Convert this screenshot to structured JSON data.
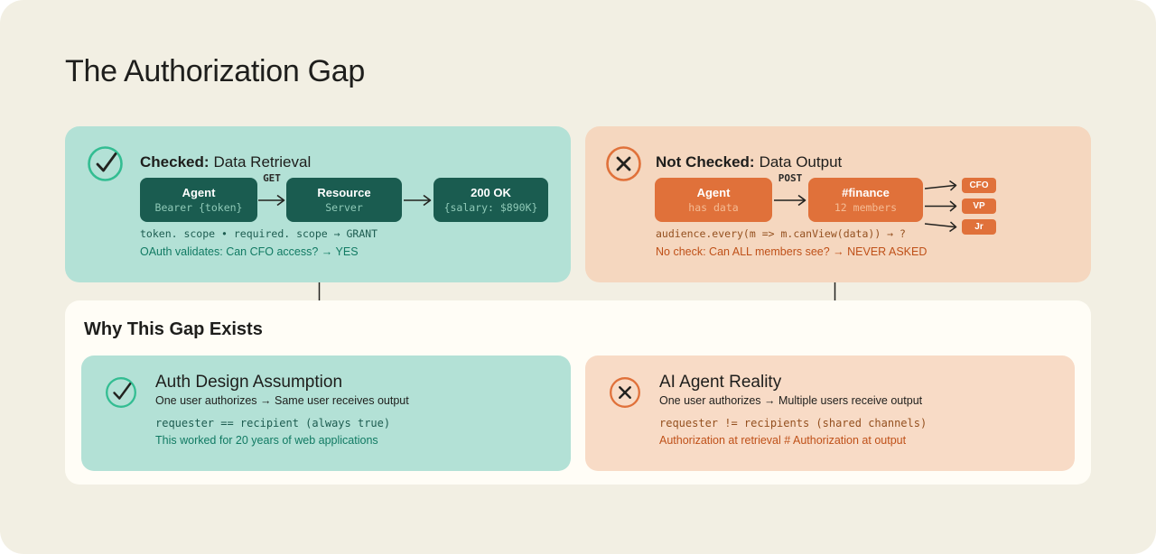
{
  "page": {
    "title": "The Authorization Gap"
  },
  "checked_panel": {
    "heading_bold": "Checked:",
    "heading_rest": "Data Retrieval",
    "icon": "check-circle-icon",
    "flow": {
      "nodes": [
        {
          "title": "Agent",
          "subtitle": "Bearer {token}"
        },
        {
          "title": "Resource",
          "subtitle": "Server"
        },
        {
          "title": "200 OK",
          "subtitle": "{salary: $890K}"
        }
      ],
      "arrow1_label": "GET"
    },
    "code_line": "token. scope • required. scope → GRANT",
    "note_line": "OAuth validates: Can CFO access? → YES"
  },
  "not_checked_panel": {
    "heading_bold": "Not Checked:",
    "heading_rest": "Data Output",
    "icon": "x-circle-icon",
    "flow": {
      "nodes": [
        {
          "title": "Agent",
          "subtitle": "has data"
        },
        {
          "title": "#finance",
          "subtitle": "12 members"
        }
      ],
      "arrow_label": "POST",
      "recipients": [
        "CFO",
        "VP",
        "Jr"
      ]
    },
    "code_line": "audience.every(m => m.canView(data)) → ?",
    "note_line": "No check: Can ALL members see? → NEVER ASKED"
  },
  "why_panel": {
    "heading": "Why This Gap Exists",
    "cards": [
      {
        "icon": "check-circle-icon",
        "title": "Auth Design Assumption",
        "subtitle": "One user authorizes → Same user receives output",
        "code_line": "requester == recipient (always true)",
        "note_line": "This worked for 20 years of web applications"
      },
      {
        "icon": "x-circle-icon",
        "title": "AI Agent Reality",
        "subtitle": "One user authorizes → Multiple users receive output",
        "code_line": "requester != recipients (shared channels)",
        "note_line": "Authorization at retrieval # Authorization at output"
      }
    ]
  },
  "colors": {
    "background": "#f2efe3",
    "panel_white": "#fffdf6",
    "teal_light": "#b3e1d6",
    "teal_dark": "#1a5c50",
    "teal_accent": "#33bd92",
    "teal_text": "#117a63",
    "peach_light": "#f5d7bf",
    "peach_card": "#f8dbc6",
    "orange": "#e0713a",
    "orange_text": "#bf5018",
    "brown_code": "#94501f",
    "ink": "#1e1e1c"
  }
}
